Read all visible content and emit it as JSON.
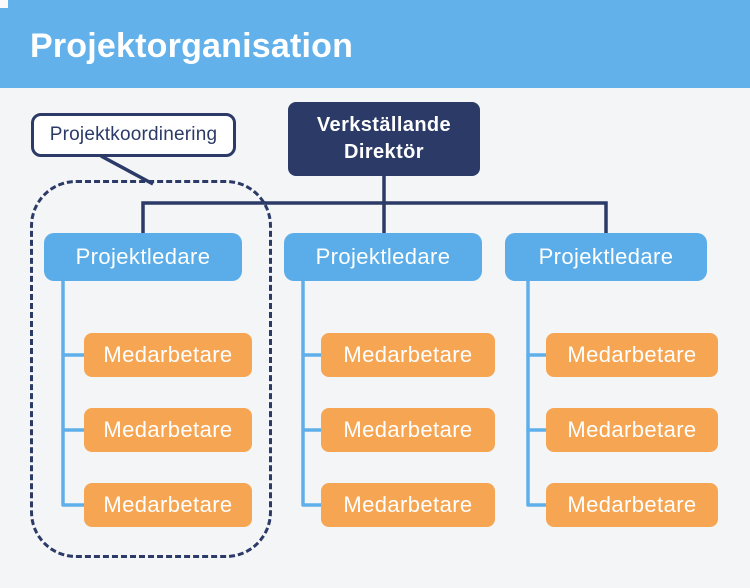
{
  "title": "Projektorganisation",
  "annotation": {
    "label": "Projektkoordinering"
  },
  "root": {
    "label": "Verkställande Direktör"
  },
  "columns": [
    {
      "leader": "Projektledare",
      "members": [
        "Medarbetare",
        "Medarbetare",
        "Medarbetare"
      ]
    },
    {
      "leader": "Projektledare",
      "members": [
        "Medarbetare",
        "Medarbetare",
        "Medarbetare"
      ]
    },
    {
      "leader": "Projektledare",
      "members": [
        "Medarbetare",
        "Medarbetare",
        "Medarbetare"
      ]
    }
  ],
  "colors": {
    "header_bg": "#63b1ea",
    "leader_bg": "#5aade9",
    "member_bg": "#f6a653",
    "navy": "#2b3a67",
    "connector_blue": "#5fb0ea",
    "background": "#f4f5f7",
    "text_on_fill": "#ffffff"
  }
}
